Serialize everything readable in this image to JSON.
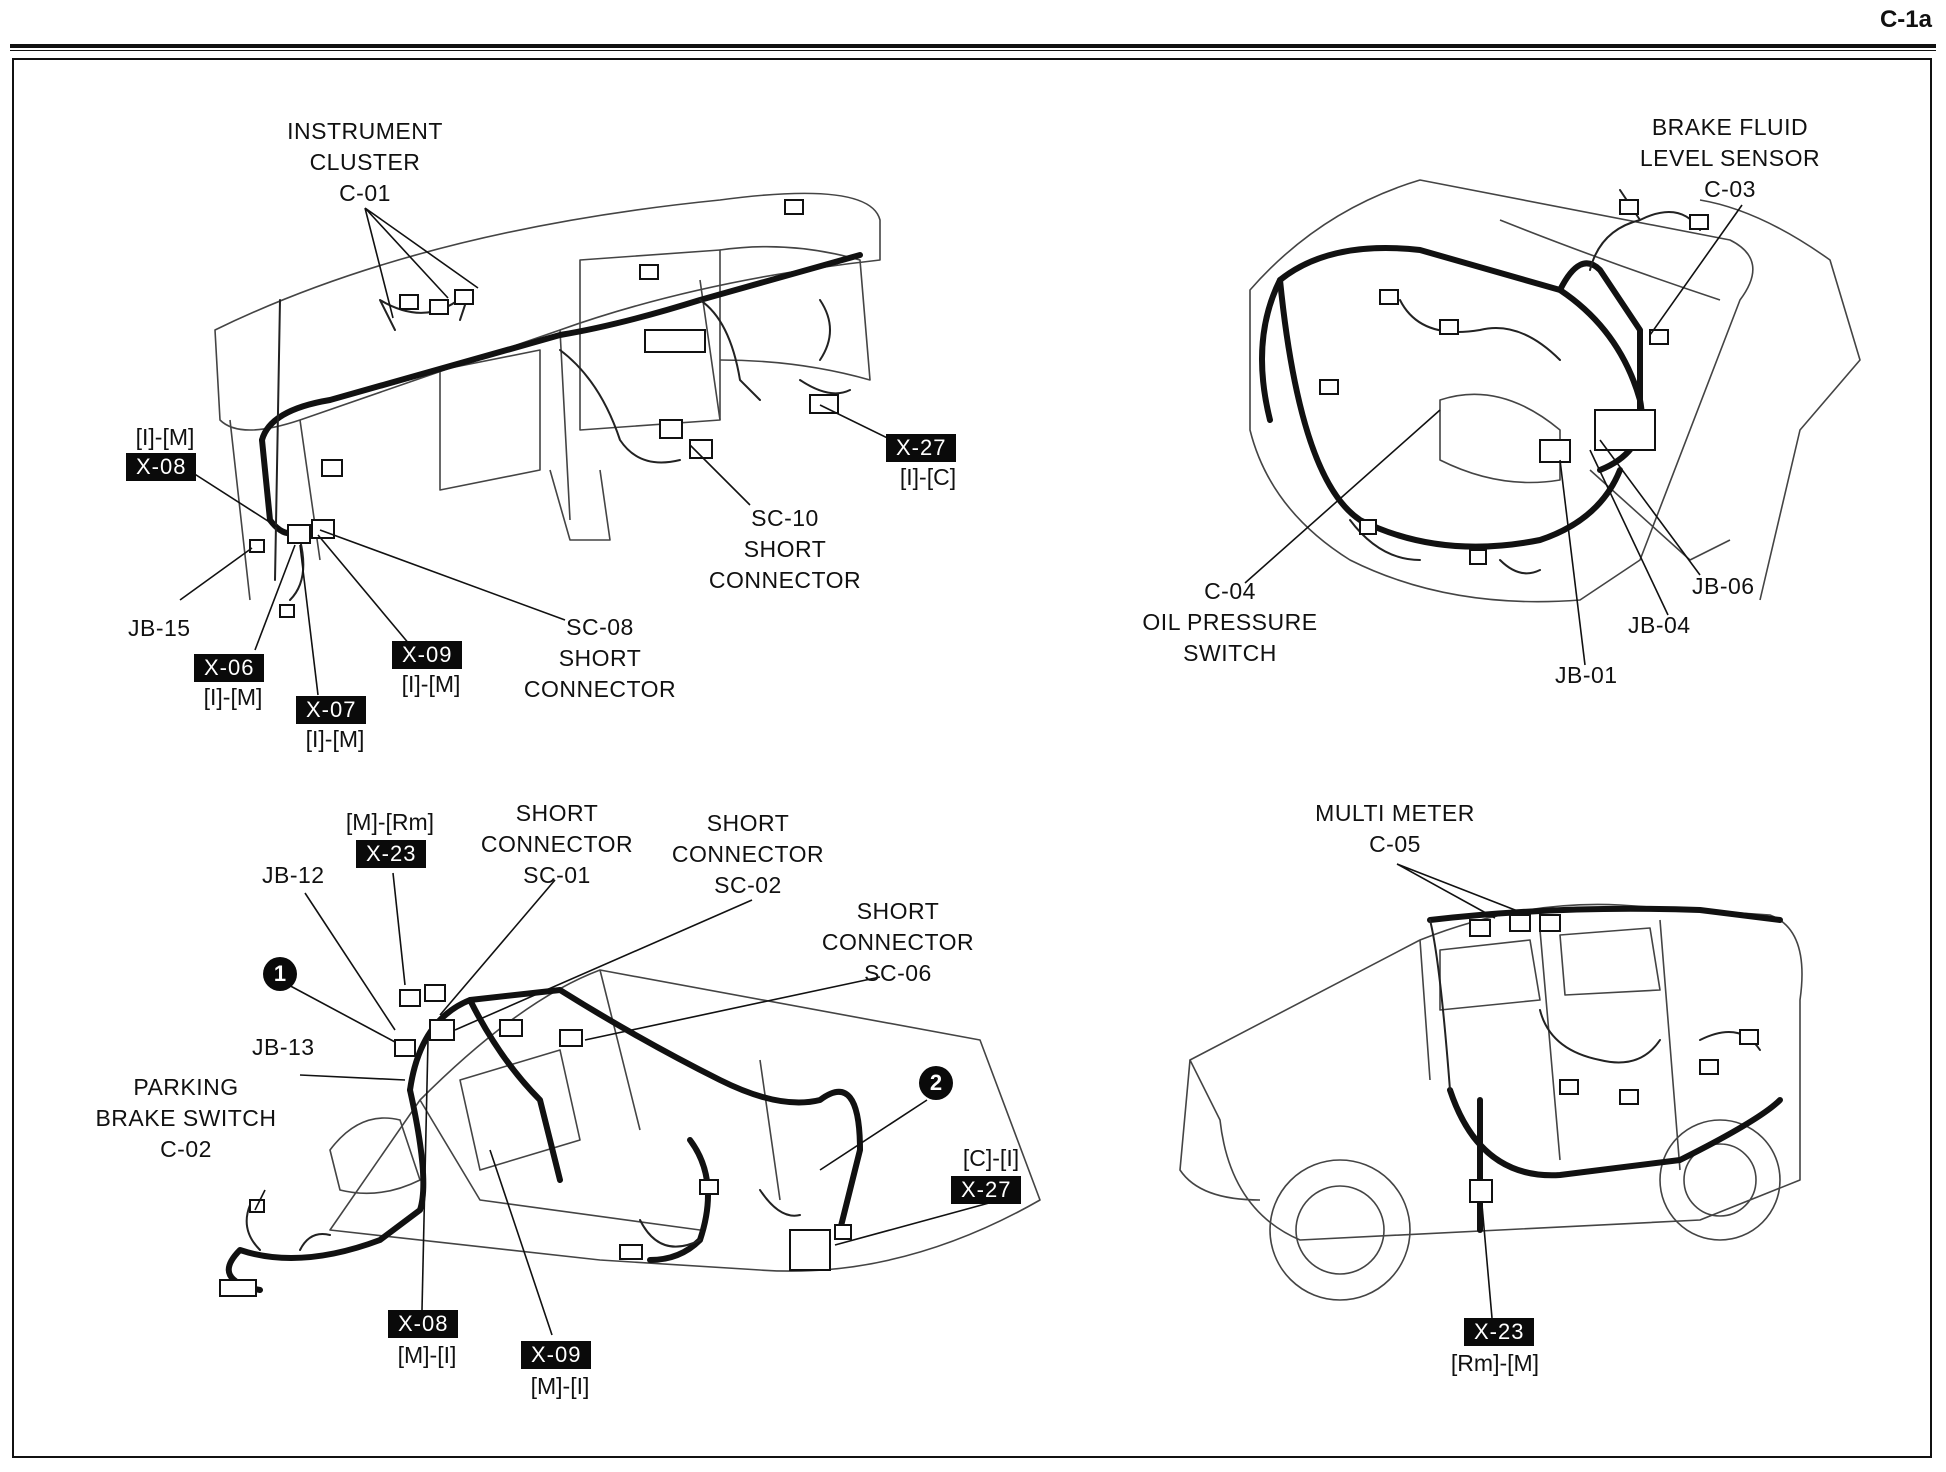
{
  "page_id": "C-1a",
  "panel_dash": {
    "title": [
      "INSTRUMENT",
      "CLUSTER",
      "C-01"
    ],
    "x08": {
      "code": "X-08",
      "sub": "[I]-[M]"
    },
    "x27": {
      "code": "X-27",
      "sub": "[I]-[C]"
    },
    "sc10": [
      "SC-10",
      "SHORT",
      "CONNECTOR"
    ],
    "jb15": "JB-15",
    "x06": {
      "code": "X-06",
      "sub": "[I]-[M]"
    },
    "x07": {
      "code": "X-07",
      "sub": "[I]-[M]"
    },
    "x09": {
      "code": "X-09",
      "sub": "[I]-[M]"
    },
    "sc08": [
      "SC-08",
      "SHORT",
      "CONNECTOR"
    ]
  },
  "panel_engine": {
    "brake_fluid": [
      "BRAKE FLUID",
      "LEVEL SENSOR",
      "C-03"
    ],
    "oil_pressure": [
      "C-04",
      "OIL PRESSURE",
      "SWITCH"
    ],
    "jb06": "JB-06",
    "jb04": "JB-04",
    "jb01": "JB-01"
  },
  "panel_floor": {
    "x23": {
      "code": "X-23",
      "sub": "[M]-[Rm]"
    },
    "sc01": [
      "SHORT",
      "CONNECTOR",
      "SC-01"
    ],
    "sc02": [
      "SHORT",
      "CONNECTOR",
      "SC-02"
    ],
    "sc06": [
      "SHORT",
      "CONNECTOR",
      "SC-06"
    ],
    "jb12": "JB-12",
    "jb13": "JB-13",
    "marker1": "1",
    "marker2": "2",
    "parking": [
      "PARKING",
      "BRAKE SWITCH",
      "C-02"
    ],
    "x27": {
      "code": "X-27",
      "sub": "[C]-[I]"
    },
    "x08": {
      "code": "X-08",
      "sub": "[M]-[I]"
    },
    "x09": {
      "code": "X-09",
      "sub": "[M]-[I]"
    }
  },
  "panel_vehicle": {
    "multimeter": [
      "MULTI METER",
      "C-05"
    ],
    "x23": {
      "code": "X-23",
      "sub": "[Rm]-[M]"
    }
  }
}
